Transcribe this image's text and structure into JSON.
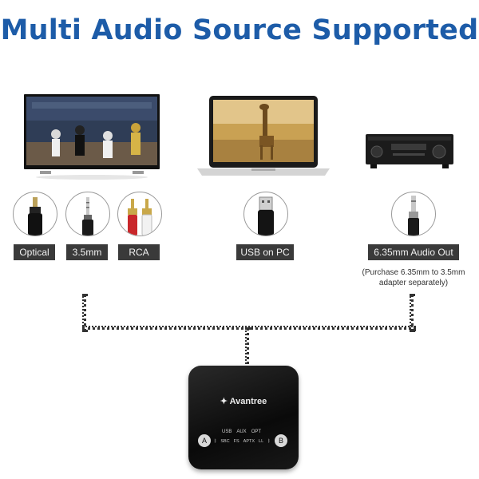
{
  "title": "Multi Audio Source Supported",
  "sources": [
    {
      "label": "Optical",
      "icon": "optical-plug-icon"
    },
    {
      "label": "3.5mm",
      "icon": "aux-jack-icon"
    },
    {
      "label": "RCA",
      "icon": "rca-plug-icon"
    },
    {
      "label": "USB on PC",
      "icon": "usb-plug-icon"
    },
    {
      "label": "6.35mm Audio Out",
      "icon": "6-35mm-plug-icon"
    }
  ],
  "note": {
    "line1": "(Purchase 6.35mm to 3.5mm",
    "line2": "adapter separately)"
  },
  "device": {
    "brand": "Avantree",
    "top_row": [
      "USB",
      "AUX",
      "OPT"
    ],
    "bottom_row": [
      "SBC",
      "FS",
      "APTX",
      "LL"
    ],
    "button_a": "A",
    "button_b": "B"
  },
  "colors": {
    "title": "#1d5ca8",
    "label_bg": "#3a3a3a"
  }
}
